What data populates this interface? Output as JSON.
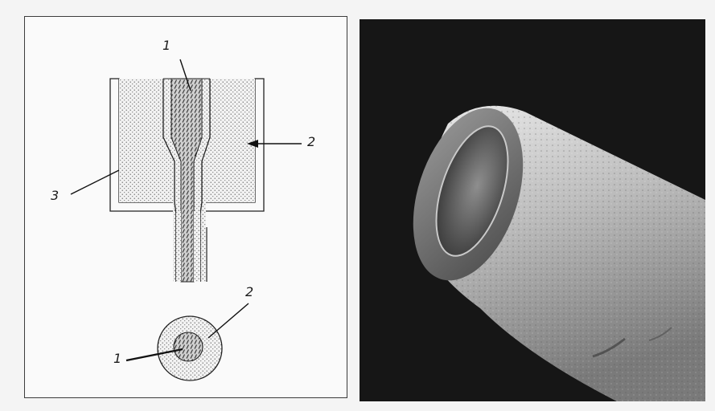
{
  "diagram": {
    "callouts": {
      "top_core": "1",
      "cladding_upper": "2",
      "crucible_wall": "3",
      "cladding_lower": "2",
      "core_lower": "1"
    }
  },
  "photo": {
    "icon": "hollow-fiber-sem-image"
  },
  "colors": {
    "frame": "#3c3c3c",
    "background": "#f4f4f4",
    "photo_bg": "#161616"
  }
}
